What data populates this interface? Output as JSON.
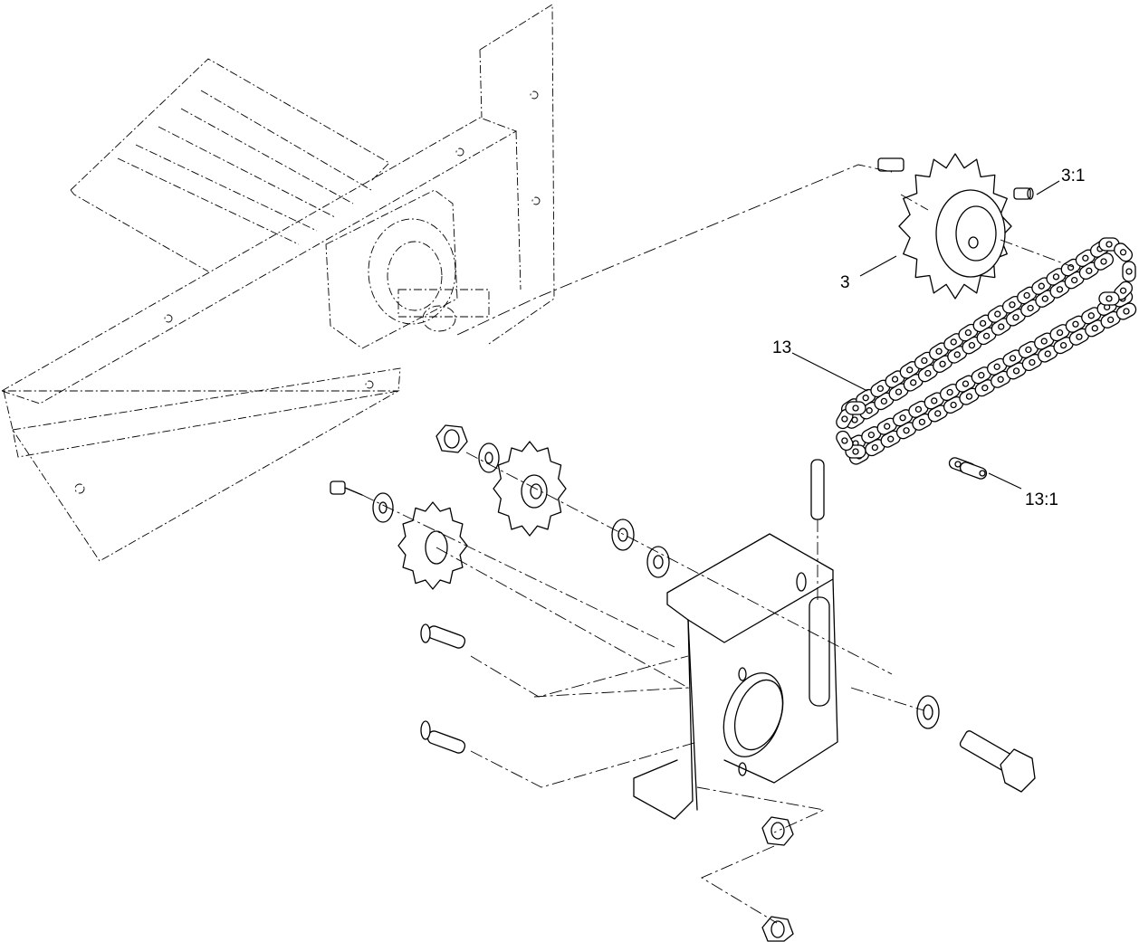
{
  "diagram": {
    "callouts": {
      "c3": "3",
      "c3_1": "3:1",
      "c13": "13",
      "c13_1": "13:1"
    }
  }
}
